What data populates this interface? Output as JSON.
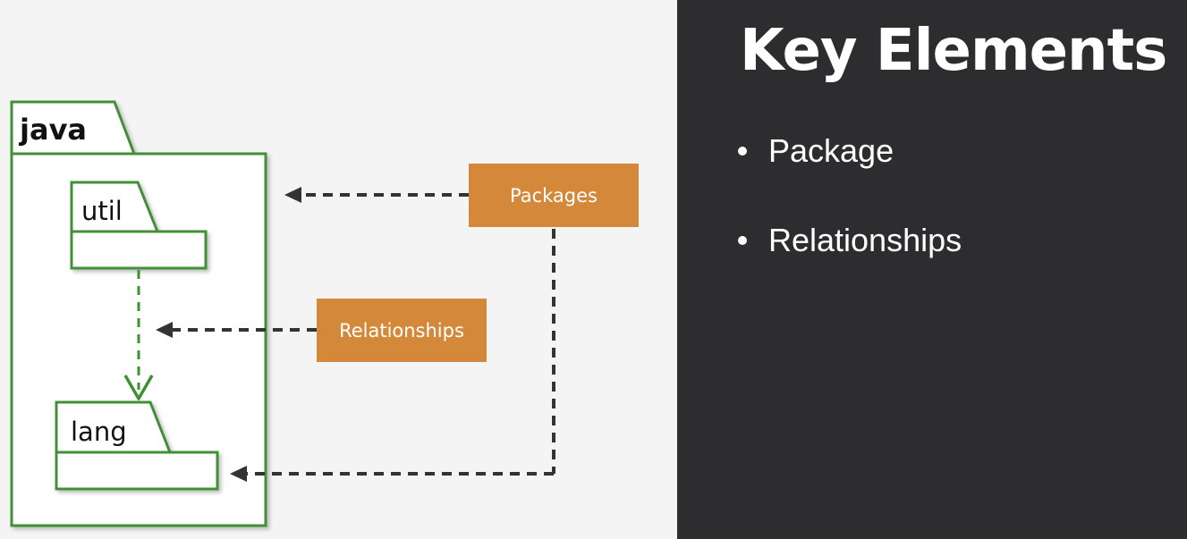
{
  "diagram": {
    "packages": {
      "outer": "java",
      "top": "util",
      "bottom": "lang"
    },
    "callouts": {
      "packages": "Packages",
      "relationships": "Relationships"
    },
    "colors": {
      "package_stroke": "#3f9134",
      "callout_fill": "#d4893a",
      "arrow": "#333333"
    }
  },
  "panel": {
    "title": "Key Elements",
    "bullets": [
      "Package",
      "Relationships"
    ]
  }
}
